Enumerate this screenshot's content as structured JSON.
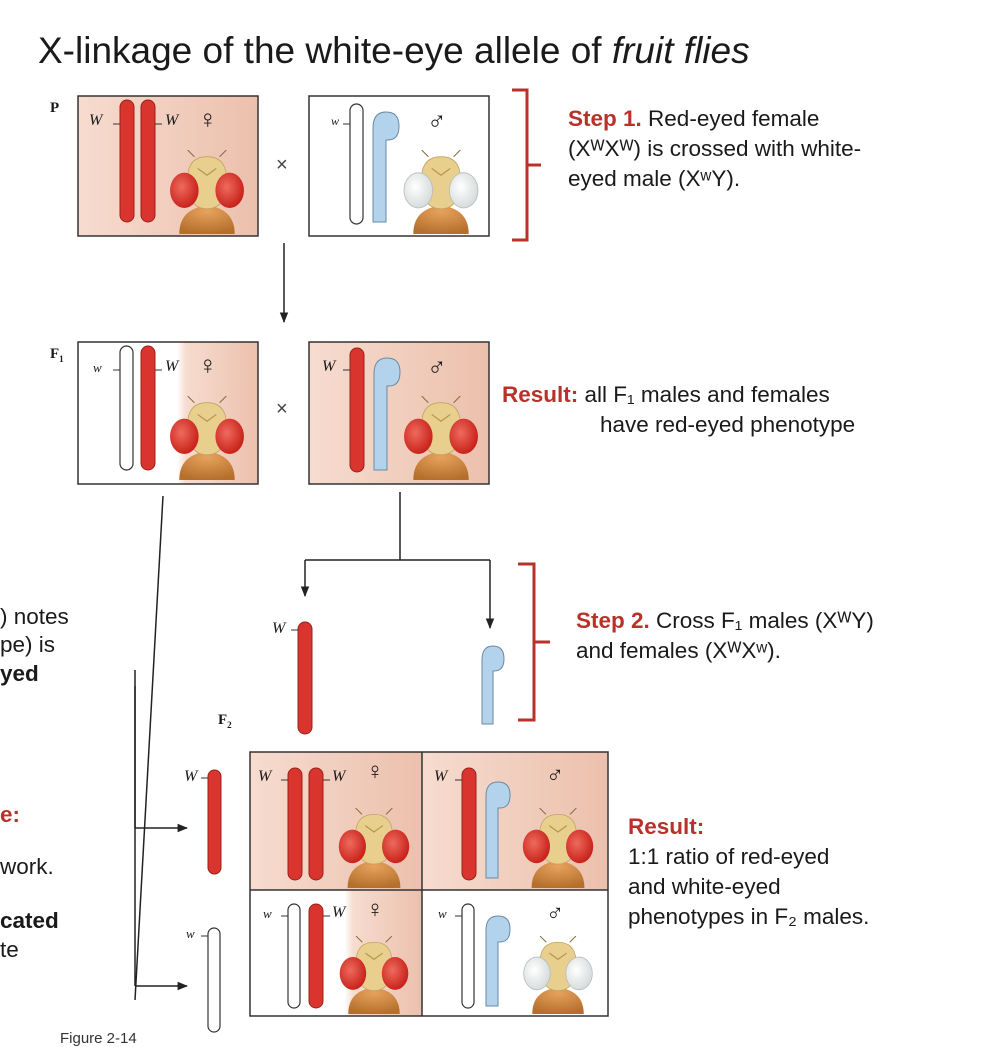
{
  "title": {
    "prefix": "X-linkage of the white-eye allele of ",
    "italic": "fruit flies"
  },
  "generations": {
    "p": "P",
    "f1": "F",
    "f1_sub": "1",
    "f2": "F",
    "f2_sub": "2"
  },
  "symbols": {
    "cross": "×",
    "female": "♀",
    "male": "♂"
  },
  "alleles": {
    "dominant": "W",
    "recessive": "w"
  },
  "step1": {
    "label": "Step 1.",
    "line1": "Red-eyed female",
    "line2": "(XᵂXᵂ) is crossed with white-",
    "line3": "eyed male (XʷY)."
  },
  "result1": {
    "label": "Result:",
    "line1": "all F₁ males and females",
    "line2": "have red-eyed phenotype"
  },
  "step2": {
    "label": "Step 2.",
    "line1": "Cross F₁ males (XᵂY)",
    "line2": "and females (XᵂXʷ)."
  },
  "result2": {
    "label": "Result:",
    "line1": "1:1 ratio of red-eyed",
    "line2": "and white-eyed",
    "line3": "phenotypes in F₂ males."
  },
  "left_fragments": {
    "f1": ") notes",
    "f2": "pe) is",
    "f3": "yed",
    "f4": "e:",
    "f5": "work.",
    "f6": "cated",
    "f7": "te"
  },
  "figure_label": "Figure 2-14",
  "colors": {
    "red_chromosome": "#d9352e",
    "blue_y": "#b3d3ec",
    "box_pink": "#f6d9cc",
    "bracket": "#b8322a",
    "label_red": "#b8322a"
  }
}
